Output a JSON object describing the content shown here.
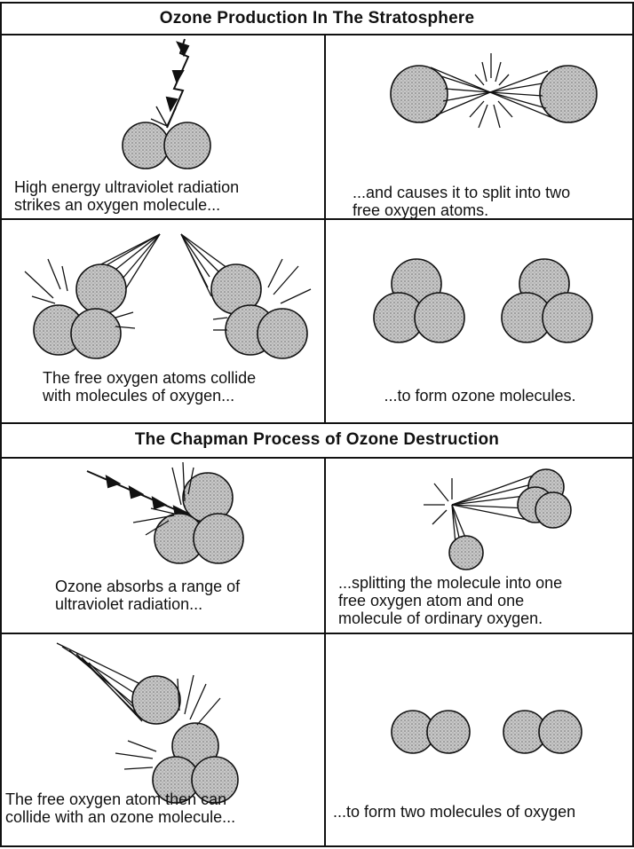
{
  "section_production": {
    "title": "Ozone Production In The Stratosphere",
    "panels": [
      {
        "caption": [
          "High energy ultraviolet radiation",
          "strikes an oxygen molecule..."
        ]
      },
      {
        "caption": [
          "...and causes it to split into two",
          "free oxygen atoms."
        ]
      },
      {
        "caption": [
          "The free oxygen atoms collide",
          "with molecules of oxygen..."
        ]
      },
      {
        "caption": [
          "...to form ozone molecules."
        ]
      }
    ]
  },
  "section_destruction": {
    "title": "The Chapman Process of Ozone Destruction",
    "panels": [
      {
        "caption": [
          "Ozone absorbs a range of",
          "ultraviolet radiation..."
        ]
      },
      {
        "caption": [
          "...splitting the molecule into one",
          "free oxygen atom and one",
          "molecule of ordinary oxygen."
        ]
      },
      {
        "caption": [
          "The free oxygen atom then can",
          "collide with an ozone molecule..."
        ]
      },
      {
        "caption": [
          "...to form two molecules of oxygen"
        ]
      }
    ]
  },
  "colors": {
    "atom_fill": "#b9b9b9",
    "line": "#111111",
    "background": "#ffffff"
  }
}
